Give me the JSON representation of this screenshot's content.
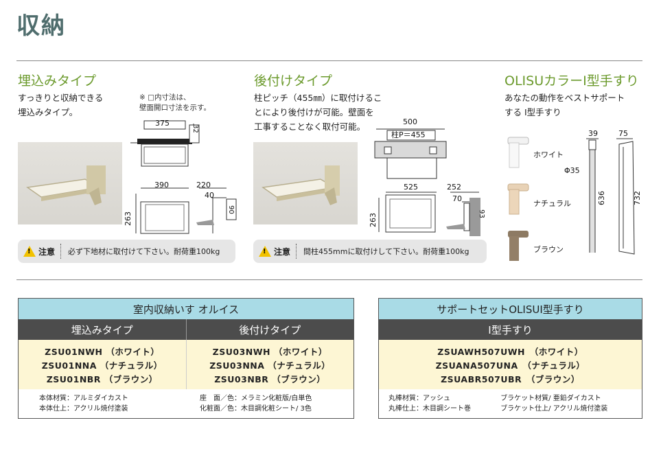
{
  "page_title": "収納",
  "sections": {
    "builtin": {
      "heading": "埋込みタイプ",
      "description": "すっきりと収納できる\n埋込みタイプ。",
      "note": "※ □内寸法は、\n壁面開口寸法を示す。",
      "dims": {
        "d375": "375",
        "d32": "32",
        "d390": "390",
        "d220": "220",
        "d40": "40",
        "d90": "90",
        "d263": "263"
      },
      "caution_label": "注意",
      "caution_text": "必ず下地材に取付けて下さい。耐荷重100kg"
    },
    "surface": {
      "heading": "後付けタイプ",
      "description": "柱ピッチ（455㎜）に取付けるこ\nとにより後付けが可能。壁面を\n工事することなく取付可能。",
      "dims": {
        "d500": "500",
        "pitch": "柱P＝455",
        "d525": "525",
        "d252": "252",
        "d70": "70",
        "d93": "93",
        "d263": "263"
      },
      "caution_label": "注意",
      "caution_text": "間柱455mmに取付けして下さい。耐荷重100kg"
    },
    "handrail": {
      "heading": "OLISUカラーI型手すり",
      "description": "あなたの動作をベストサポート\nする I型手すり",
      "colors": [
        "ホワイト",
        "ナチュラル",
        "ブラウン"
      ],
      "dims": {
        "d39": "39",
        "d75": "75",
        "phi": "Φ35",
        "d636": "636",
        "d732": "732"
      }
    }
  },
  "tables": {
    "seat": {
      "title": "室内収納いす オルイス",
      "columns": [
        {
          "header": "埋込みタイプ",
          "items": [
            "ZSU01NWH （ホワイト）",
            "ZSU01NNA （ナチュラル）",
            "ZSU01NBR （ブラウン）"
          ]
        },
        {
          "header": "後付けタイプ",
          "items": [
            "ZSU03NWH （ホワイト）",
            "ZSU03NNA （ナチュラル）",
            "ZSU03NBR （ブラウン）"
          ]
        }
      ],
      "footer_left": "本体材質：アルミダイカスト\n本体仕上：アクリル焼付塗装",
      "footer_right": "座　面／色：メラミン化粧版/白単色\n化粧面／色：木目調化粧シート/ 3色"
    },
    "rail": {
      "title": "サポートセットOLISUI型手すり",
      "header": "I型手すり",
      "items": [
        "ZSUAWH507UWH　（ホワイト）",
        "ZSUANA507UNA　（ナチュラル）",
        "ZSUABR507UBR　（ブラウン）"
      ],
      "footer_left": "丸棒材質：アッシュ\n丸棒仕上：木目調シート巻",
      "footer_right": "ブラケット材質/ 亜鉛ダイカスト\nブラケット仕上/ アクリル焼付塗装"
    }
  },
  "colors": {
    "title": "#4f6d6d",
    "heading": "#6b9a2c",
    "table_head": "#a9dbe6",
    "table_sub": "#4c4c4c",
    "table_body": "#fdf6d4",
    "caution": "#f2c200"
  }
}
